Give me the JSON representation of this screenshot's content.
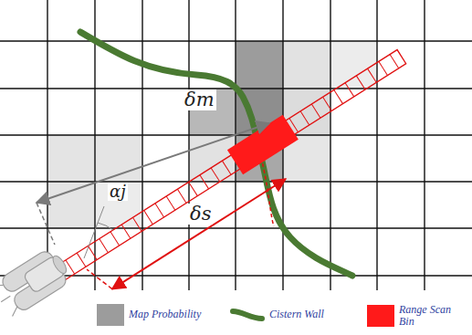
{
  "diagram": {
    "labels": [
      "δm",
      "αj",
      "δs"
    ],
    "legend": [
      {
        "text": "Map Probability",
        "color": "#9c9c9c"
      },
      {
        "text": "Cistern Wall"
      },
      {
        "text": "Range Scan Bin",
        "color": "#ff1a1a"
      }
    ]
  }
}
